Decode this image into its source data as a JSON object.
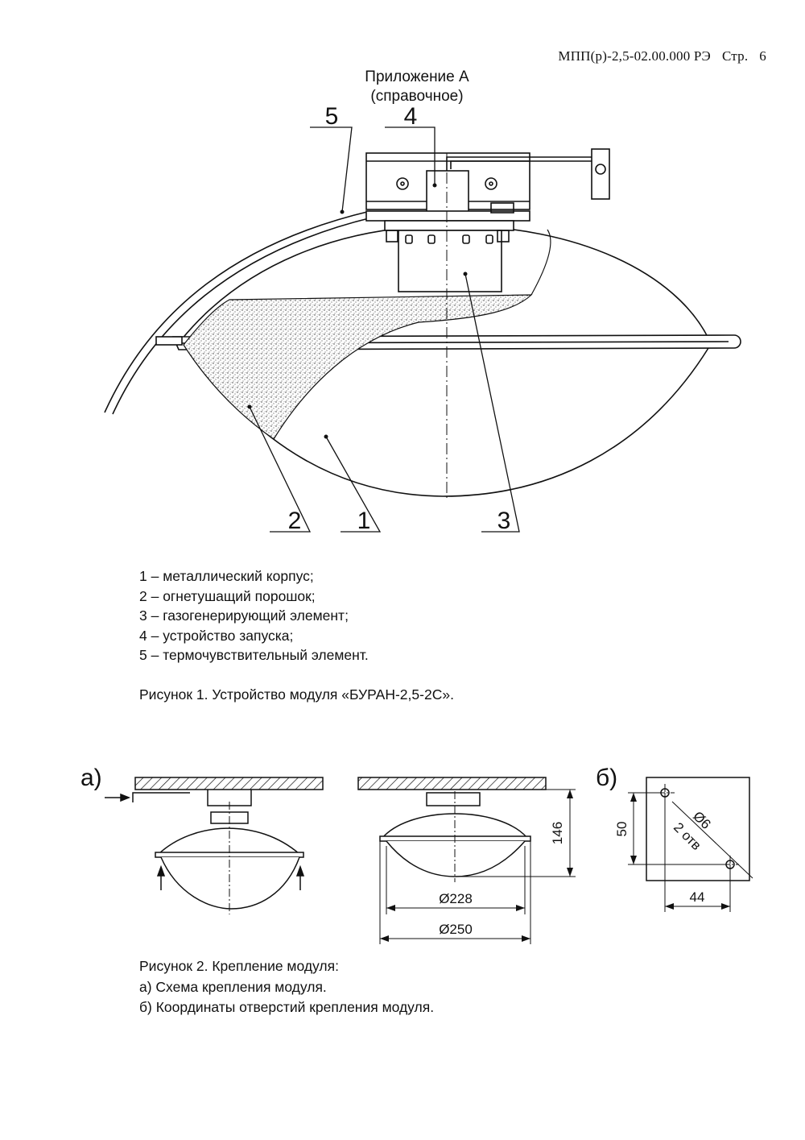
{
  "header": {
    "doc_code": "МПП(р)-2,5-02.00.000 РЭ",
    "page_label": "Стр.",
    "page_number": "6"
  },
  "appendix": {
    "title": "Приложение А",
    "subtitle": "(справочное)"
  },
  "figure1": {
    "callouts": [
      "1",
      "2",
      "3",
      "4",
      "5"
    ],
    "legend": [
      "1 – металлический корпус;",
      "2 – огнетушащий порошок;",
      "3 – газогенерирующий элемент;",
      "4 – устройство запуска;",
      "5 – термочувствительный элемент."
    ],
    "caption": "Рисунок 1. Устройство модуля «БУРАН-2,5-2С»."
  },
  "figure2": {
    "label_a": "а)",
    "label_b": "б)",
    "dim_height": "146",
    "dim_d228": "Ø228",
    "dim_d250": "Ø250",
    "dim_50": "50",
    "dim_44": "44",
    "dim_hole": "Ø6",
    "dim_holes_count": "2 отв",
    "caption_lines": [
      "Рисунок 2. Крепление модуля:",
      "а) Схема крепления модуля.",
      "б) Координаты отверстий крепления модуля."
    ]
  }
}
